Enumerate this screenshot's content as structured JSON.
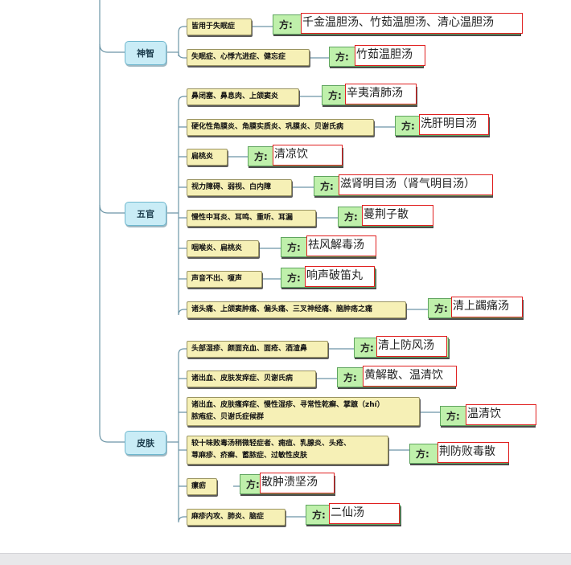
{
  "fang_prefix": "方:",
  "categories": {
    "shenzhi": "神智",
    "wuguan": "五官",
    "pifu": "皮肤"
  },
  "items": [
    {
      "symptom": "皆用于失眠症",
      "formula": "千金温胆汤、竹茹温胆汤、清心温胆汤"
    },
    {
      "symptom": "失眠症、心悸亢进症、健忘症",
      "formula": "竹茹温胆汤"
    },
    {
      "symptom": "鼻闭塞、鼻息肉、上颌窦炎",
      "formula": "辛夷清肺汤"
    },
    {
      "symptom": "硬化性角膜炎、角膜实质炎、巩膜炎、贝谢氏病",
      "formula": "洗肝明目汤"
    },
    {
      "symptom": "扁桃炎",
      "formula": "清凉饮"
    },
    {
      "symptom": "视力障碍、弱视、白内障",
      "formula": "滋肾明目汤（肾气明目汤）"
    },
    {
      "symptom": "慢性中耳炎、耳鸣、重听、耳漏",
      "formula": "蔓荆子散"
    },
    {
      "symptom": "咽喉炎、扁桃炎",
      "formula": "祛风解毒汤"
    },
    {
      "symptom": "声音不出、嗄声",
      "formula": "响声破笛丸"
    },
    {
      "symptom": "诸头痛、上颌窦肿痛、偏头痛、三叉神经痛、脑肿疡之痛",
      "formula": "清上蠲痛汤"
    },
    {
      "symptom": "头部湿疹、颜面充血、面疮、酒渣鼻",
      "formula": "清上防风汤"
    },
    {
      "symptom": "诸出血、皮肤发痒症、贝谢氏病",
      "formula": "黄解散、温清饮"
    },
    {
      "symptom": "诸出血、皮肤瘙痒症、慢性湿疹、寻常性乾癣、掌蹠（zhí）\n脓疱症、贝谢氏症候群",
      "formula": "温清饮"
    },
    {
      "symptom": "较十味败毒汤稍微轻症者、痈疽、乳腺炎、头疮、\n荨麻疹、疥癣、蓄脓症、过敏性皮肤",
      "formula": "荆防败毒散"
    },
    {
      "symptom": "瘰疬",
      "formula": "散肿溃坚汤"
    },
    {
      "symptom": "麻疹内攻、肺炎、脑症",
      "formula": "二仙汤"
    }
  ]
}
